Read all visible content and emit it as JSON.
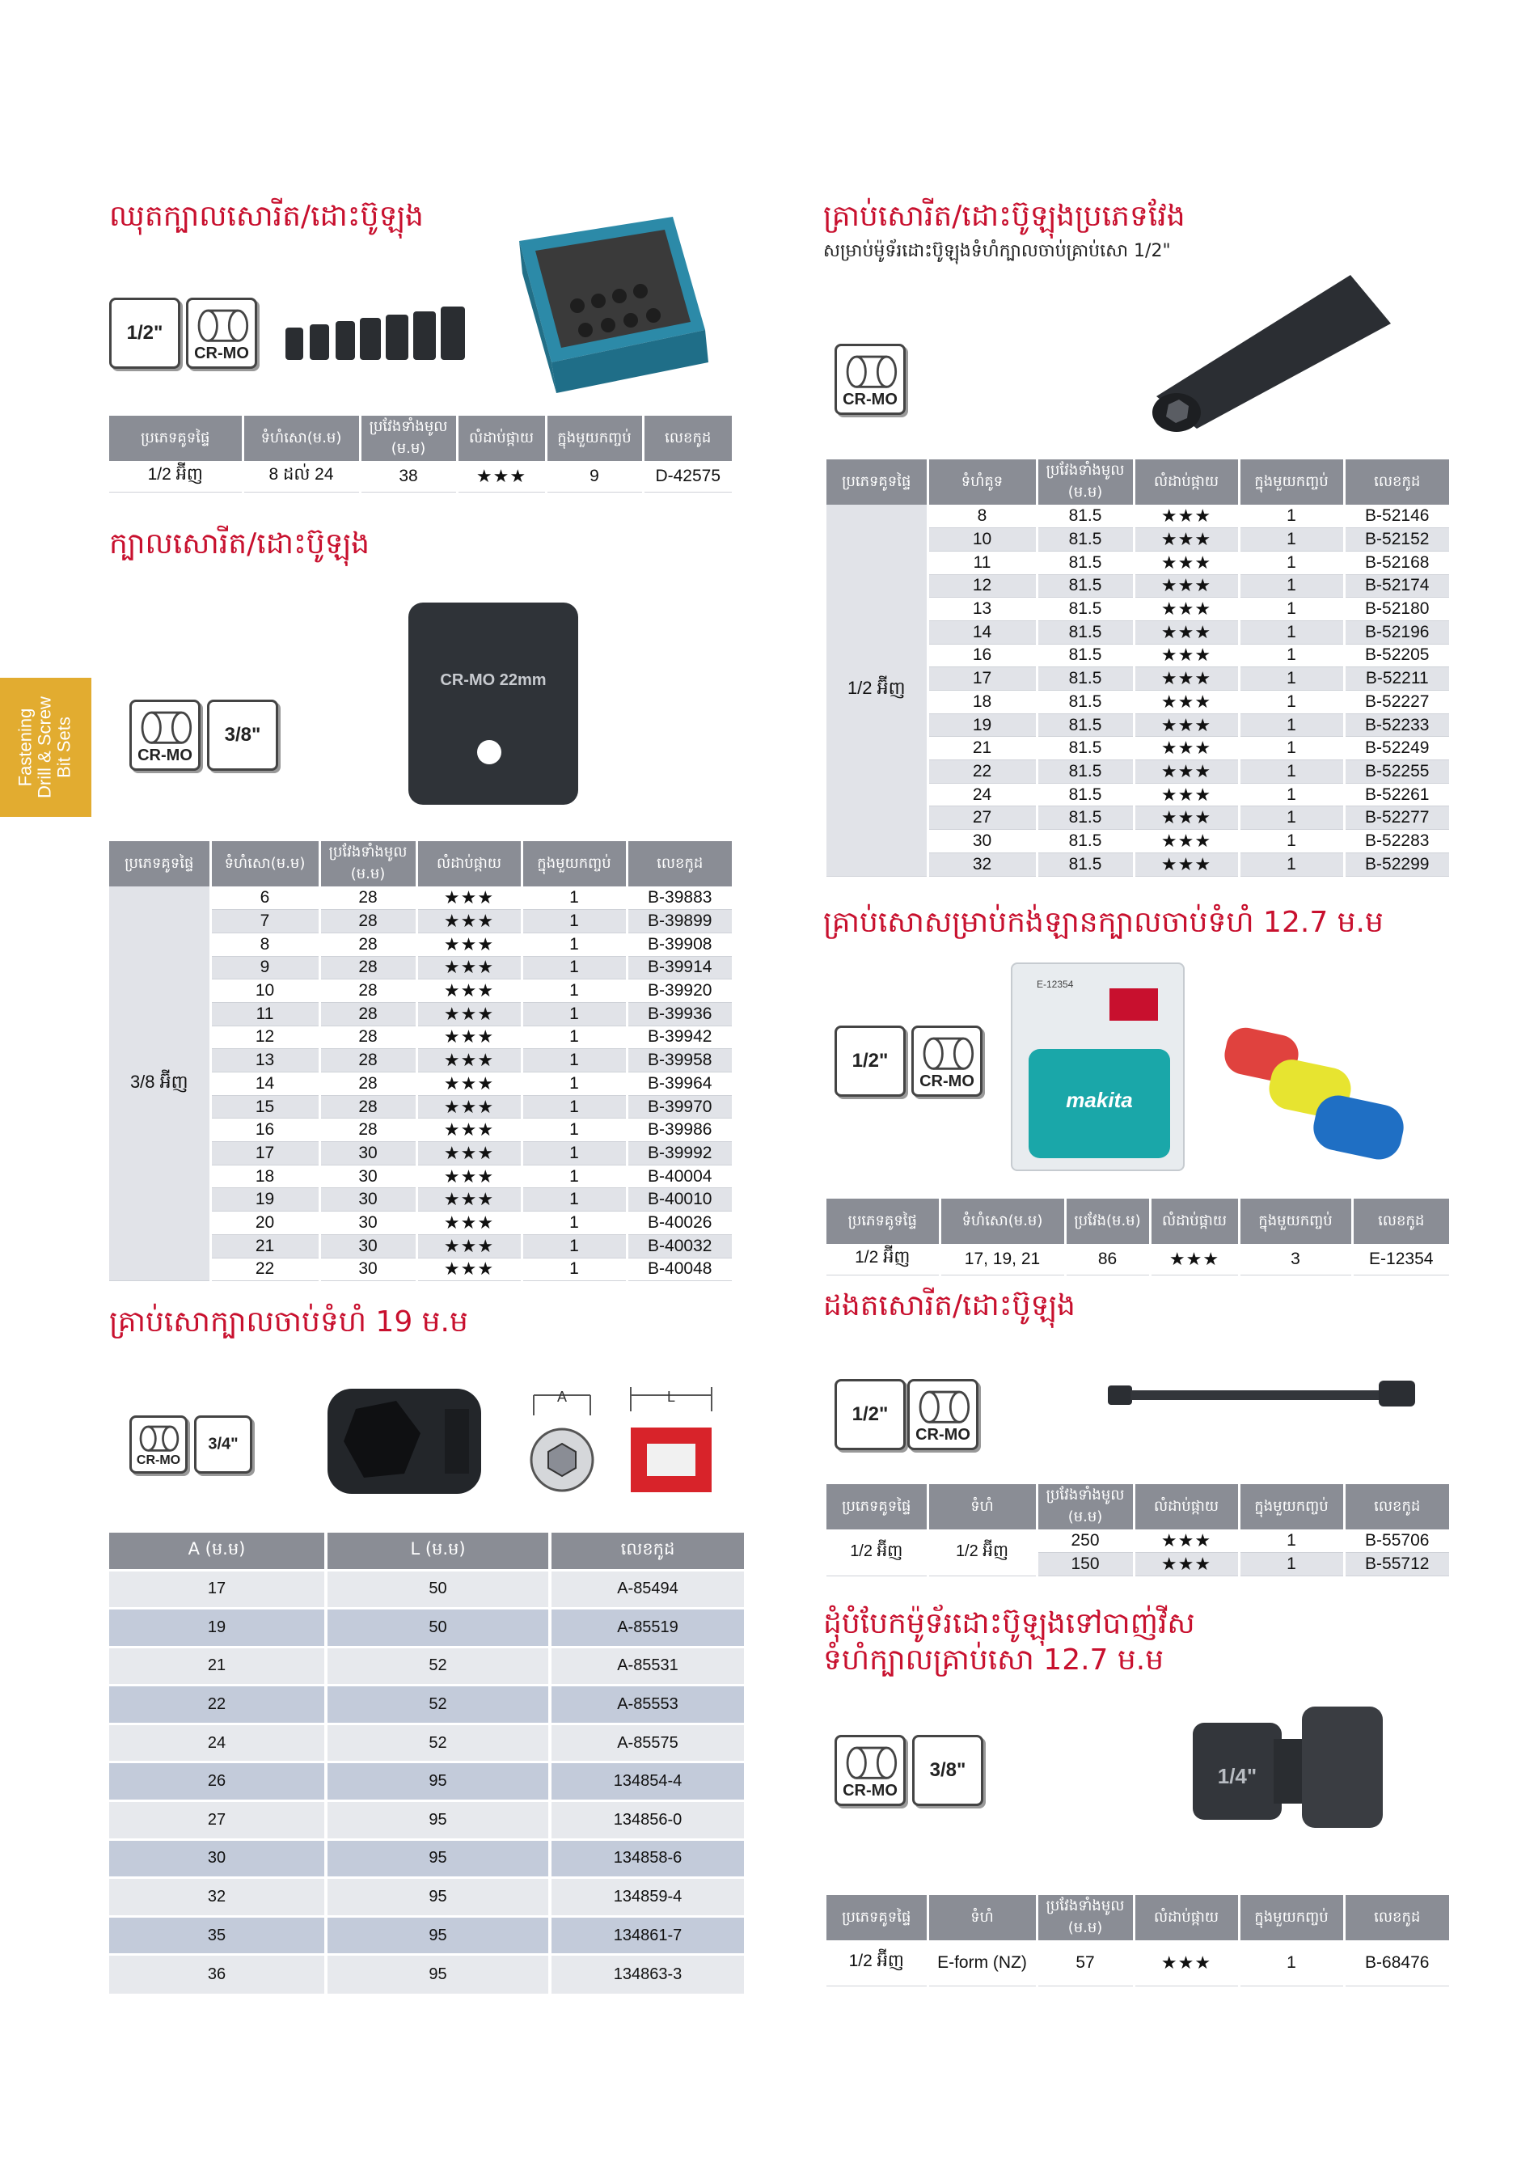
{
  "side_tab": {
    "line1": "Fastening",
    "line2": "Drill & Screw",
    "line3": "Bit Sets"
  },
  "badges": {
    "half": "1/2\"",
    "crmo": "CR-MO",
    "three_eighths": "3/8\"",
    "three_quarters": "3/4\""
  },
  "set_section": {
    "title": "ឈុតក្បាលសោរីត/ដោះប៊ូឡុង",
    "headers": [
      "ប្រភេទគូទផ្ទៃ",
      "ទំហំសោ(ម.ម)",
      "ប្រវែងទាំងមូល (ម.ម)",
      "លំដាប់ផ្កាយ",
      "ក្នុងមួយកញ្ចប់",
      "លេខកូដ"
    ],
    "row": [
      "1/2 អ៊ីញ",
      "8 ដល់ 24",
      "38",
      "★★★",
      "9",
      "D-42575"
    ]
  },
  "socket_38_section": {
    "title": "ក្បាលសោរីត/ដោះប៊ូឡុង",
    "image_text": "CR-MO 22mm",
    "headers": [
      "ប្រភេទគូទផ្ទៃ",
      "ទំហំសោ(ម.ម)",
      "ប្រវែងទាំងមូល (ម.ម)",
      "លំដាប់ផ្កាយ",
      "ក្នុងមួយកញ្ចប់",
      "លេខកូដ"
    ],
    "group": "3/8 អ៊ីញ",
    "rows": [
      [
        "6",
        "28",
        "★★★",
        "1",
        "B-39883"
      ],
      [
        "7",
        "28",
        "★★★",
        "1",
        "B-39899"
      ],
      [
        "8",
        "28",
        "★★★",
        "1",
        "B-39908"
      ],
      [
        "9",
        "28",
        "★★★",
        "1",
        "B-39914"
      ],
      [
        "10",
        "28",
        "★★★",
        "1",
        "B-39920"
      ],
      [
        "11",
        "28",
        "★★★",
        "1",
        "B-39936"
      ],
      [
        "12",
        "28",
        "★★★",
        "1",
        "B-39942"
      ],
      [
        "13",
        "28",
        "★★★",
        "1",
        "B-39958"
      ],
      [
        "14",
        "28",
        "★★★",
        "1",
        "B-39964"
      ],
      [
        "15",
        "28",
        "★★★",
        "1",
        "B-39970"
      ],
      [
        "16",
        "28",
        "★★★",
        "1",
        "B-39986"
      ],
      [
        "17",
        "30",
        "★★★",
        "1",
        "B-39992"
      ],
      [
        "18",
        "30",
        "★★★",
        "1",
        "B-40004"
      ],
      [
        "19",
        "30",
        "★★★",
        "1",
        "B-40010"
      ],
      [
        "20",
        "30",
        "★★★",
        "1",
        "B-40026"
      ],
      [
        "21",
        "30",
        "★★★",
        "1",
        "B-40032"
      ],
      [
        "22",
        "30",
        "★★★",
        "1",
        "B-40048"
      ]
    ]
  },
  "socket_19_section": {
    "title": "គ្រាប់សោក្បាលចាប់ទំហំ 19 ម.ម",
    "dim_a": "A",
    "dim_l": "L",
    "headers": [
      "A (ម.ម)",
      "L (ម.ម)",
      "លេខកូដ"
    ],
    "rows": [
      [
        "17",
        "50",
        "A-85494"
      ],
      [
        "19",
        "50",
        "A-85519"
      ],
      [
        "21",
        "52",
        "A-85531"
      ],
      [
        "22",
        "52",
        "A-85553"
      ],
      [
        "24",
        "52",
        "A-85575"
      ],
      [
        "26",
        "95",
        "134854-4"
      ],
      [
        "27",
        "95",
        "134856-0"
      ],
      [
        "30",
        "95",
        "134858-6"
      ],
      [
        "32",
        "95",
        "134859-4"
      ],
      [
        "35",
        "95",
        "134861-7"
      ],
      [
        "36",
        "95",
        "134863-3"
      ]
    ]
  },
  "long_socket_section": {
    "title": "គ្រាប់សោរីត/ដោះប៊ូឡុងប្រភេទវែង",
    "subtitle": "សម្រាប់ម៉ូទ័រដោះប៊ូឡុងទំហំក្បាលចាប់គ្រាប់សោ 1/2\"",
    "headers": [
      "ប្រភេទគូទផ្ទៃ",
      "ទំហំគូទ",
      "ប្រវែងទាំងមូល (ម.ម)",
      "លំដាប់ផ្កាយ",
      "ក្នុងមួយកញ្ចប់",
      "លេខកូដ"
    ],
    "group": "1/2 អ៊ីញ",
    "rows": [
      [
        "8",
        "81.5",
        "★★★",
        "1",
        "B-52146"
      ],
      [
        "10",
        "81.5",
        "★★★",
        "1",
        "B-52152"
      ],
      [
        "11",
        "81.5",
        "★★★",
        "1",
        "B-52168"
      ],
      [
        "12",
        "81.5",
        "★★★",
        "1",
        "B-52174"
      ],
      [
        "13",
        "81.5",
        "★★★",
        "1",
        "B-52180"
      ],
      [
        "14",
        "81.5",
        "★★★",
        "1",
        "B-52196"
      ],
      [
        "16",
        "81.5",
        "★★★",
        "1",
        "B-52205"
      ],
      [
        "17",
        "81.5",
        "★★★",
        "1",
        "B-52211"
      ],
      [
        "18",
        "81.5",
        "★★★",
        "1",
        "B-52227"
      ],
      [
        "19",
        "81.5",
        "★★★",
        "1",
        "B-52233"
      ],
      [
        "21",
        "81.5",
        "★★★",
        "1",
        "B-52249"
      ],
      [
        "22",
        "81.5",
        "★★★",
        "1",
        "B-52255"
      ],
      [
        "24",
        "81.5",
        "★★★",
        "1",
        "B-52261"
      ],
      [
        "27",
        "81.5",
        "★★★",
        "1",
        "B-52277"
      ],
      [
        "30",
        "81.5",
        "★★★",
        "1",
        "B-52283"
      ],
      [
        "32",
        "81.5",
        "★★★",
        "1",
        "B-52299"
      ]
    ]
  },
  "wheel_socket_section": {
    "title": "គ្រាប់សោសម្រាប់កង់ឡានក្បាលចាប់ទំហំ 12.7 ម.ម",
    "package_brand": "makita",
    "package_code": "E-12354",
    "headers": [
      "ប្រភេទគូទផ្ទៃ",
      "ទំហំសោ(ម.ម)",
      "ប្រវែង(ម.ម)",
      "លំដាប់ផ្កាយ",
      "ក្នុងមួយកញ្ចប់",
      "លេខកូដ"
    ],
    "row": [
      "1/2 អ៊ីញ",
      "17, 19, 21",
      "86",
      "★★★",
      "3",
      "E-12354"
    ]
  },
  "extension_section": {
    "title": "ដងតសោរីត/ដោះប៊ូឡុង",
    "headers": [
      "ប្រភេទគូទផ្ទៃ",
      "ទំហំ",
      "ប្រវែងទាំងមូល (ម.ម)",
      "លំដាប់ផ្កាយ",
      "ក្នុងមួយកញ្ចប់",
      "លេខកូដ"
    ],
    "group": "1/2 អ៊ីញ",
    "size": "1/2 អ៊ីញ",
    "rows": [
      [
        "250",
        "★★★",
        "1",
        "B-55706"
      ],
      [
        "150",
        "★★★",
        "1",
        "B-55712"
      ]
    ]
  },
  "adapter_section": {
    "title_line1": "ដុំបំបែកម៉ូទ័រដោះប៊ូឡុងទៅបាញ់វីស",
    "title_line2": "ទំហំក្បាលគ្រាប់សោ 12.7 ម.ម",
    "image_text": "1/4\"",
    "headers": [
      "ប្រភេទគូទផ្ទៃ",
      "ទំហំ",
      "ប្រវែងទាំងមូល (ម.ម)",
      "លំដាប់ផ្កាយ",
      "ក្នុងមួយកញ្ចប់",
      "លេខកូដ"
    ],
    "row": [
      "1/2 អ៊ីញ",
      "E-form (NZ)",
      "57",
      "★★★",
      "1",
      "B-68476"
    ]
  }
}
